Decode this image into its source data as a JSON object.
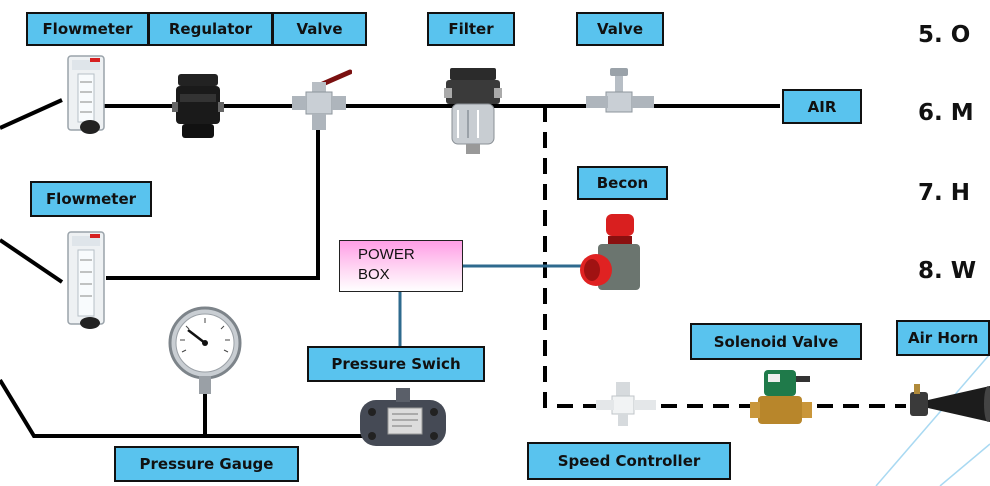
{
  "labels": {
    "flowmeter_top": "Flowmeter",
    "regulator": "Regulator",
    "valve_top_left": "Valve",
    "filter": "Filter",
    "valve_top_right": "Valve",
    "air": "AIR",
    "becon": "Becon",
    "flowmeter_mid": "Flowmeter",
    "power_box_line1": "POWER",
    "power_box_line2": "BOX",
    "pressure_swich": "Pressure Swich",
    "solenoid_valve": "Solenoid Valve",
    "air_horn": "Air Horn",
    "pressure_gauge": "Pressure Gauge",
    "speed_controller": "Speed Controller"
  },
  "side_list": [
    "5. O",
    "6. M",
    "7. H",
    "8. W"
  ],
  "colors": {
    "label_fill": "#59c3ee",
    "line": "#000000",
    "signal_line": "#2e6a8e",
    "power_box_top": "#ff9ee6",
    "beacon_red": "#d91f1f"
  },
  "icons": {
    "flowmeter": "flowmeter-icon",
    "regulator": "regulator-icon",
    "valve": "valve-icon",
    "filter": "filter-icon",
    "beacon": "beacon-icon",
    "pressure_gauge": "pressure-gauge-icon",
    "pressure_switch": "pressure-switch-icon",
    "solenoid_valve": "solenoid-valve-icon",
    "speed_controller": "speed-controller-icon",
    "air_horn": "air-horn-icon"
  }
}
